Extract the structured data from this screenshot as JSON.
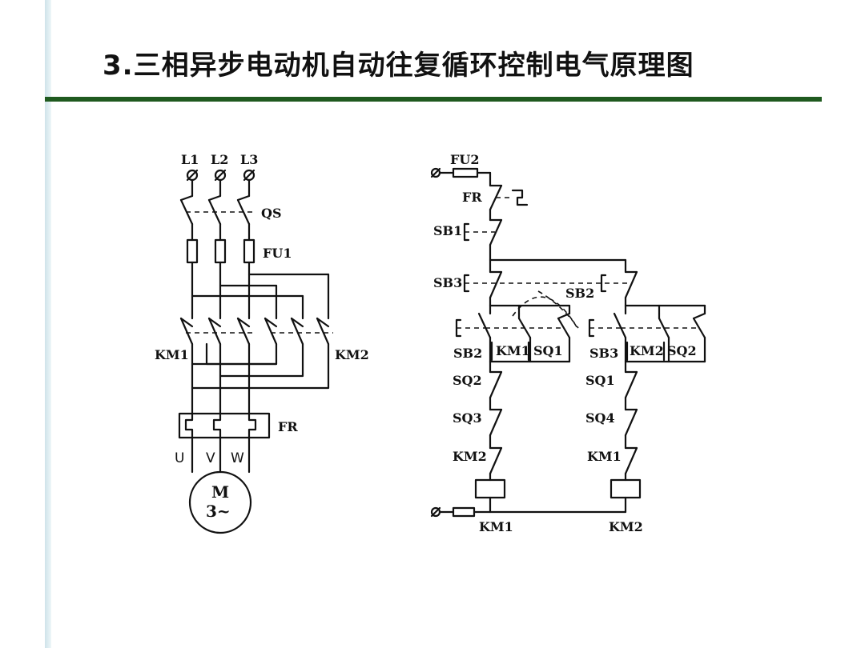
{
  "slide": {
    "title": "3.三相异步电动机自动往复循环控制电气原理图"
  },
  "main_circuit": {
    "phases": [
      "L1",
      "L2",
      "L3"
    ],
    "switch_label": "QS",
    "fuse_label": "FU1",
    "contactor_left_label": "KM1",
    "contactor_right_label": "KM2",
    "relay_label": "FR",
    "terminals": [
      "U",
      "V",
      "W"
    ],
    "motor_label": "M",
    "motor_sub": "3~"
  },
  "control_circuit": {
    "fuse_label": "FU2",
    "fr_label": "FR",
    "sb1_label": "SB1",
    "sb3_label": "SB3",
    "sb2_label": "SB2",
    "left_branch": {
      "sb_label": "SB2",
      "km_label": "KM1",
      "sq_label": "SQ1",
      "sq_nc1": "SQ2",
      "sq_nc2": "SQ3",
      "interlock": "KM2",
      "coil": "KM1"
    },
    "right_branch": {
      "sb_label": "SB3",
      "km_label": "KM2",
      "sq_label": "SQ2",
      "sq_nc1": "SQ1",
      "sq_nc2": "SQ4",
      "interlock": "KM1",
      "coil": "KM2"
    }
  }
}
